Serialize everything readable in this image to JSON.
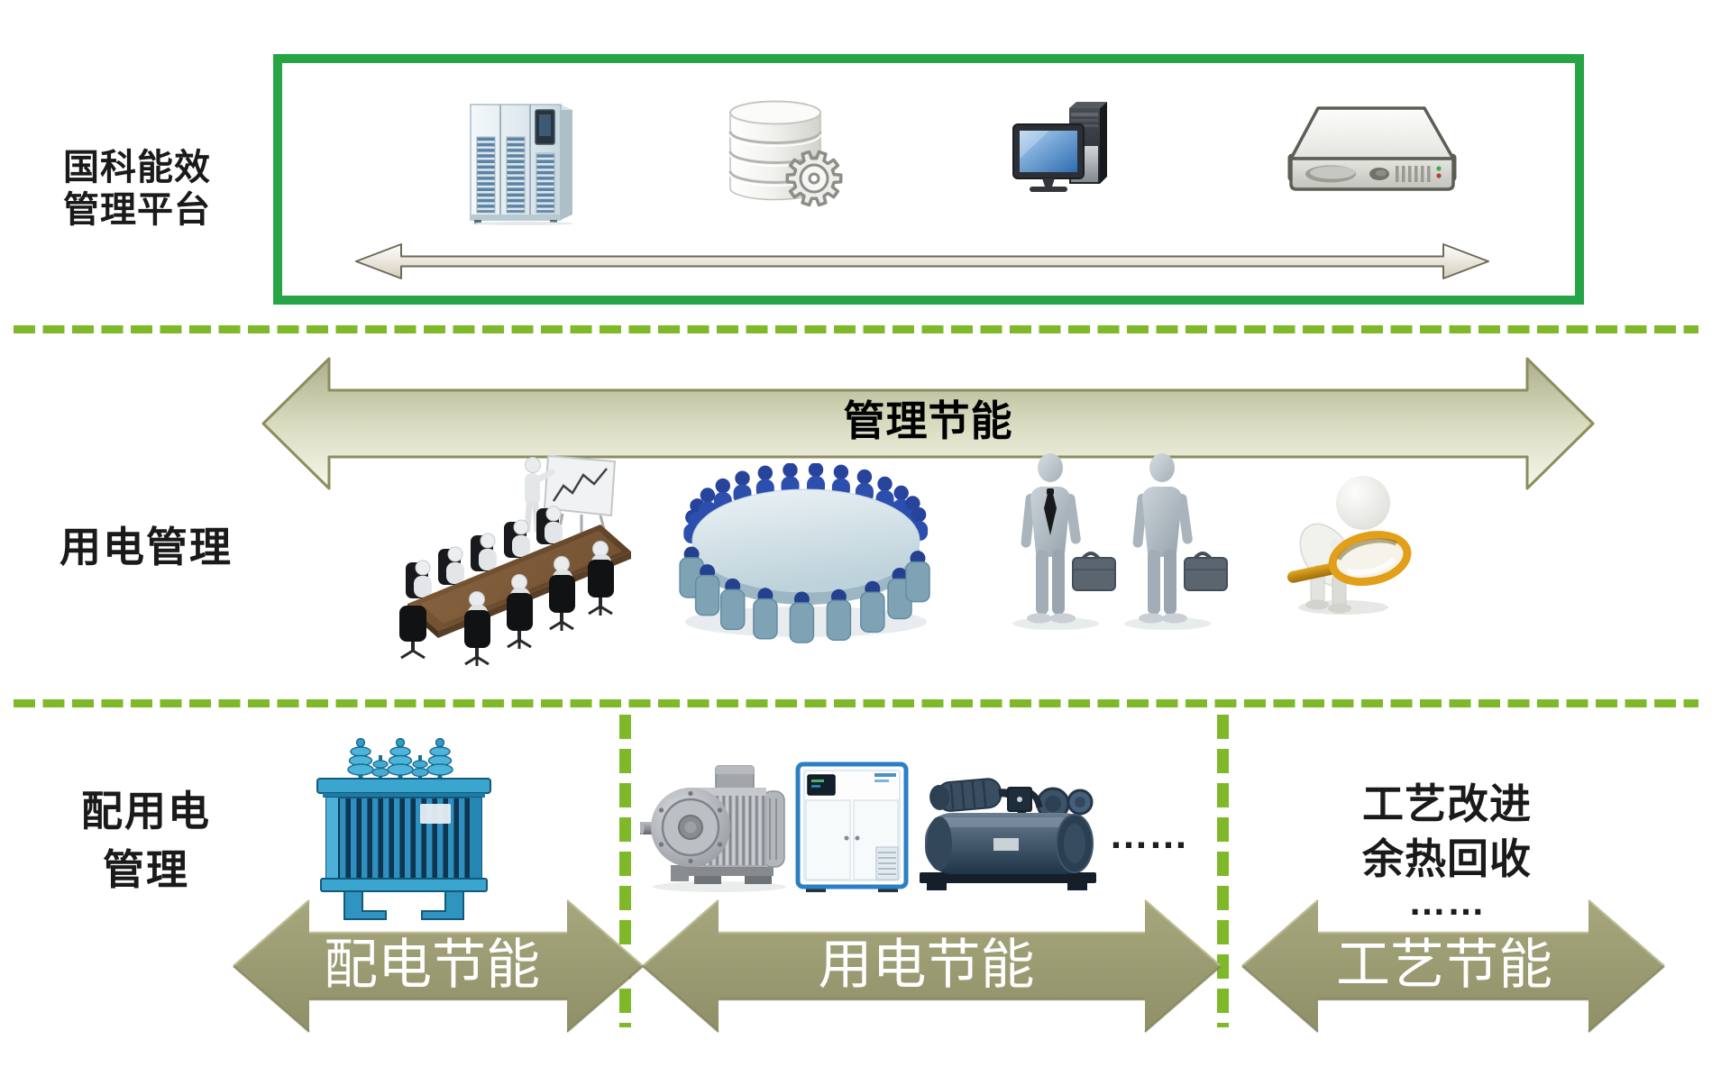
{
  "theme": {
    "bg": "#ffffff",
    "green": "#26a446",
    "dashGreen": "#7fb92a",
    "olive": "#9b9c72",
    "oliveDark": "#8c8e5d",
    "ink": "#1a1a1a",
    "arrowTextColor": "#ffffff"
  },
  "platform": {
    "label_lines": [
      "国科能效",
      "管理平台"
    ],
    "icons": [
      "server-cabinet",
      "database-gear",
      "desktop-computer",
      "rack-server"
    ]
  },
  "management": {
    "label": "用电管理",
    "arrow_label": "管理节能",
    "icons": [
      "conference-meeting",
      "round-table-meeting",
      "businessmen",
      "inspector-magnifier"
    ]
  },
  "distribution": {
    "label_lines": [
      "配用电",
      "管理"
    ],
    "machine_icons": [
      "transformer",
      "electric-motor",
      "air-compressor",
      "chiller"
    ],
    "machines_ellipsis": "……",
    "process_lines": [
      "工艺改进",
      "余热回收",
      "……"
    ],
    "arrows": [
      {
        "label": "配电节能"
      },
      {
        "label": "用电节能"
      },
      {
        "label": "工艺节能"
      }
    ]
  }
}
